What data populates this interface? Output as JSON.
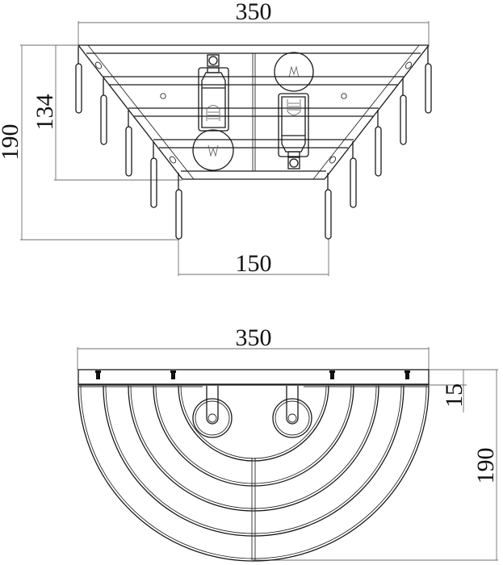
{
  "front_view": {
    "dimensions": {
      "width_top": "350",
      "height_total": "190",
      "height_frame": "134",
      "width_bottom": "150"
    },
    "pendants_per_side": 5,
    "bulbs": 2
  },
  "top_view": {
    "dimensions": {
      "width": "350",
      "plate_depth": "15",
      "depth_total": "190"
    },
    "arcs": 5,
    "screws": 4,
    "sockets": 2
  },
  "colors": {
    "line": "#1a1a1a",
    "dimension_line": "#6e6e6e",
    "background": "#ffffff"
  }
}
